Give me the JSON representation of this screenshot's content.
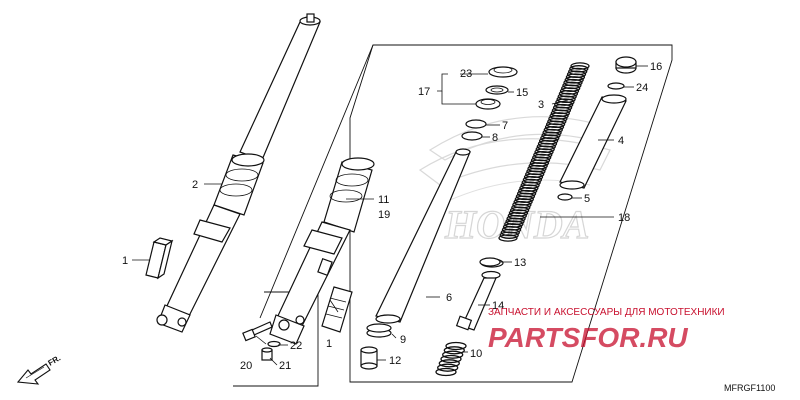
{
  "diagram": {
    "code": "MFRGF1100",
    "direction_label": "FR.",
    "watermark": {
      "tagline": "ЗАПЧАСТИ И АКСЕССУАРЫ ДЛЯ МОТОТЕХНИКИ",
      "brand": "PARTSFOR.RU"
    },
    "background_logo": "HONDA",
    "callouts": [
      {
        "id": "c1a",
        "label": "1"
      },
      {
        "id": "c2",
        "label": "2"
      },
      {
        "id": "c11",
        "label": "11"
      },
      {
        "id": "c19",
        "label": "19"
      },
      {
        "id": "c1b",
        "label": "1"
      },
      {
        "id": "c22",
        "label": "22"
      },
      {
        "id": "c20",
        "label": "20"
      },
      {
        "id": "c21",
        "label": "21"
      },
      {
        "id": "c17",
        "label": "17"
      },
      {
        "id": "c23",
        "label": "23"
      },
      {
        "id": "c15",
        "label": "15"
      },
      {
        "id": "c3",
        "label": "3"
      },
      {
        "id": "c7",
        "label": "7"
      },
      {
        "id": "c8",
        "label": "8"
      },
      {
        "id": "c6",
        "label": "6"
      },
      {
        "id": "c9",
        "label": "9"
      },
      {
        "id": "c12",
        "label": "12"
      },
      {
        "id": "c13",
        "label": "13"
      },
      {
        "id": "c14",
        "label": "14"
      },
      {
        "id": "c10",
        "label": "10"
      },
      {
        "id": "c16",
        "label": "16"
      },
      {
        "id": "c24",
        "label": "24"
      },
      {
        "id": "c4",
        "label": "4"
      },
      {
        "id": "c5",
        "label": "5"
      },
      {
        "id": "c18",
        "label": "18"
      }
    ]
  }
}
